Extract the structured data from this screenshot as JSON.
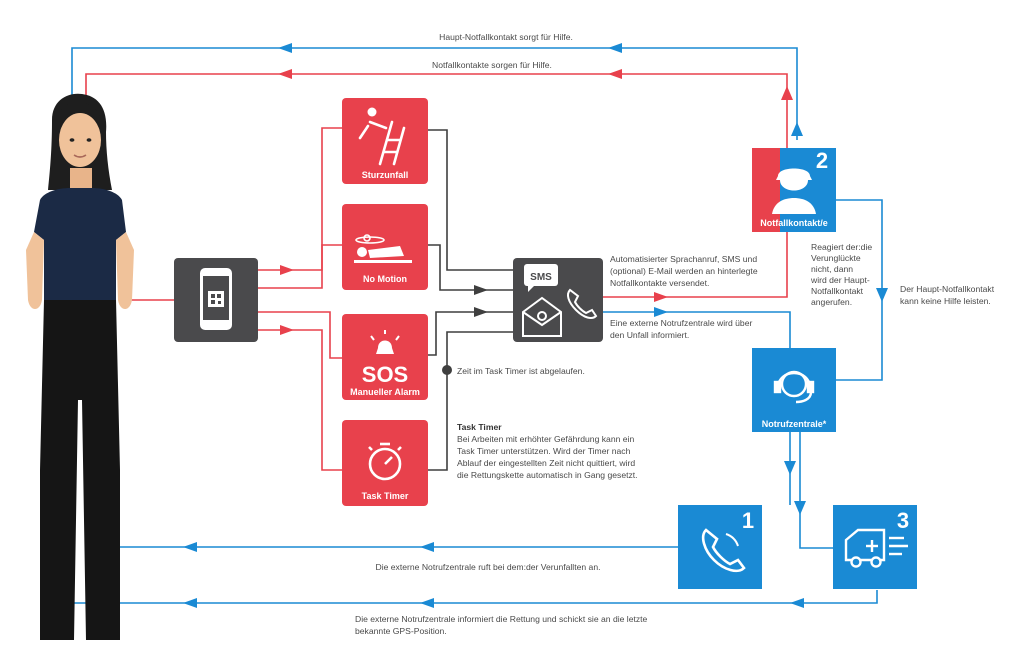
{
  "colors": {
    "red": "#e8414c",
    "blue": "#1a8ad4",
    "dark": "#4a4a4c",
    "line_dark": "#3f3f3f"
  },
  "top": {
    "main_contact_helps": "Haupt-Notfallkontakt sorgt für Hilfe.",
    "contacts_help": "Notfallkontakte sorgen für Hilfe."
  },
  "alarms": [
    {
      "label": "Sturzunfall",
      "icon": "fall-from-ladder-icon"
    },
    {
      "label": "No Motion",
      "icon": "person-lying-icon"
    },
    {
      "label": "Manueller Alarm",
      "icon": "alarm-bell-icon",
      "big_text": "SOS"
    },
    {
      "label": "Task Timer",
      "icon": "stopwatch-icon"
    }
  ],
  "hub": {
    "sms": "SMS",
    "email_icon": "envelope-at-icon",
    "phone_icon": "phone-icon"
  },
  "texts": {
    "automated": [
      "Automatisierter Sprachanruf, SMS und",
      "(optional) E-Mail werden an hinterlegte",
      "Notfallkontakte versendet."
    ],
    "external_informed": [
      "Eine externe Notrufzentrale wird über",
      "den Unfall informiert."
    ],
    "timer_expired": "Zeit im Task Timer ist abgelaufen.",
    "task_timer_title": "Task Timer",
    "task_timer_body": [
      "Bei Arbeiten mit erhöhter Gefährdung kann ein",
      "Task Timer unterstützen. Wird der Timer nach",
      "Ablauf der eingestellten Zeit nicht quittiert, wird",
      "die Rettungskette automatisch in Gang gesetzt."
    ],
    "reagiert": [
      "Reagiert der:die",
      "Verunglückte",
      "nicht, dann",
      "wird der Haupt-",
      "Notfallkontakt",
      "angerufen."
    ],
    "main_no_help": [
      "Der Haupt-Notfallkontakt",
      "kann keine Hilfe leisten."
    ],
    "calls_victim": "Die externe Notrufzentrale ruft bei dem:der Verunfallten an.",
    "informs_rescue": [
      "Die externe Notrufzentrale informiert die Rettung  und schickt sie an die letzte",
      "bekannte GPS-Position."
    ]
  },
  "cards": {
    "contact": {
      "label": "Notfallkontakt/e",
      "number": "2"
    },
    "center": {
      "label": "Notrufzentrale*"
    },
    "call": {
      "number": "1"
    },
    "rescue": {
      "number": "3"
    }
  }
}
